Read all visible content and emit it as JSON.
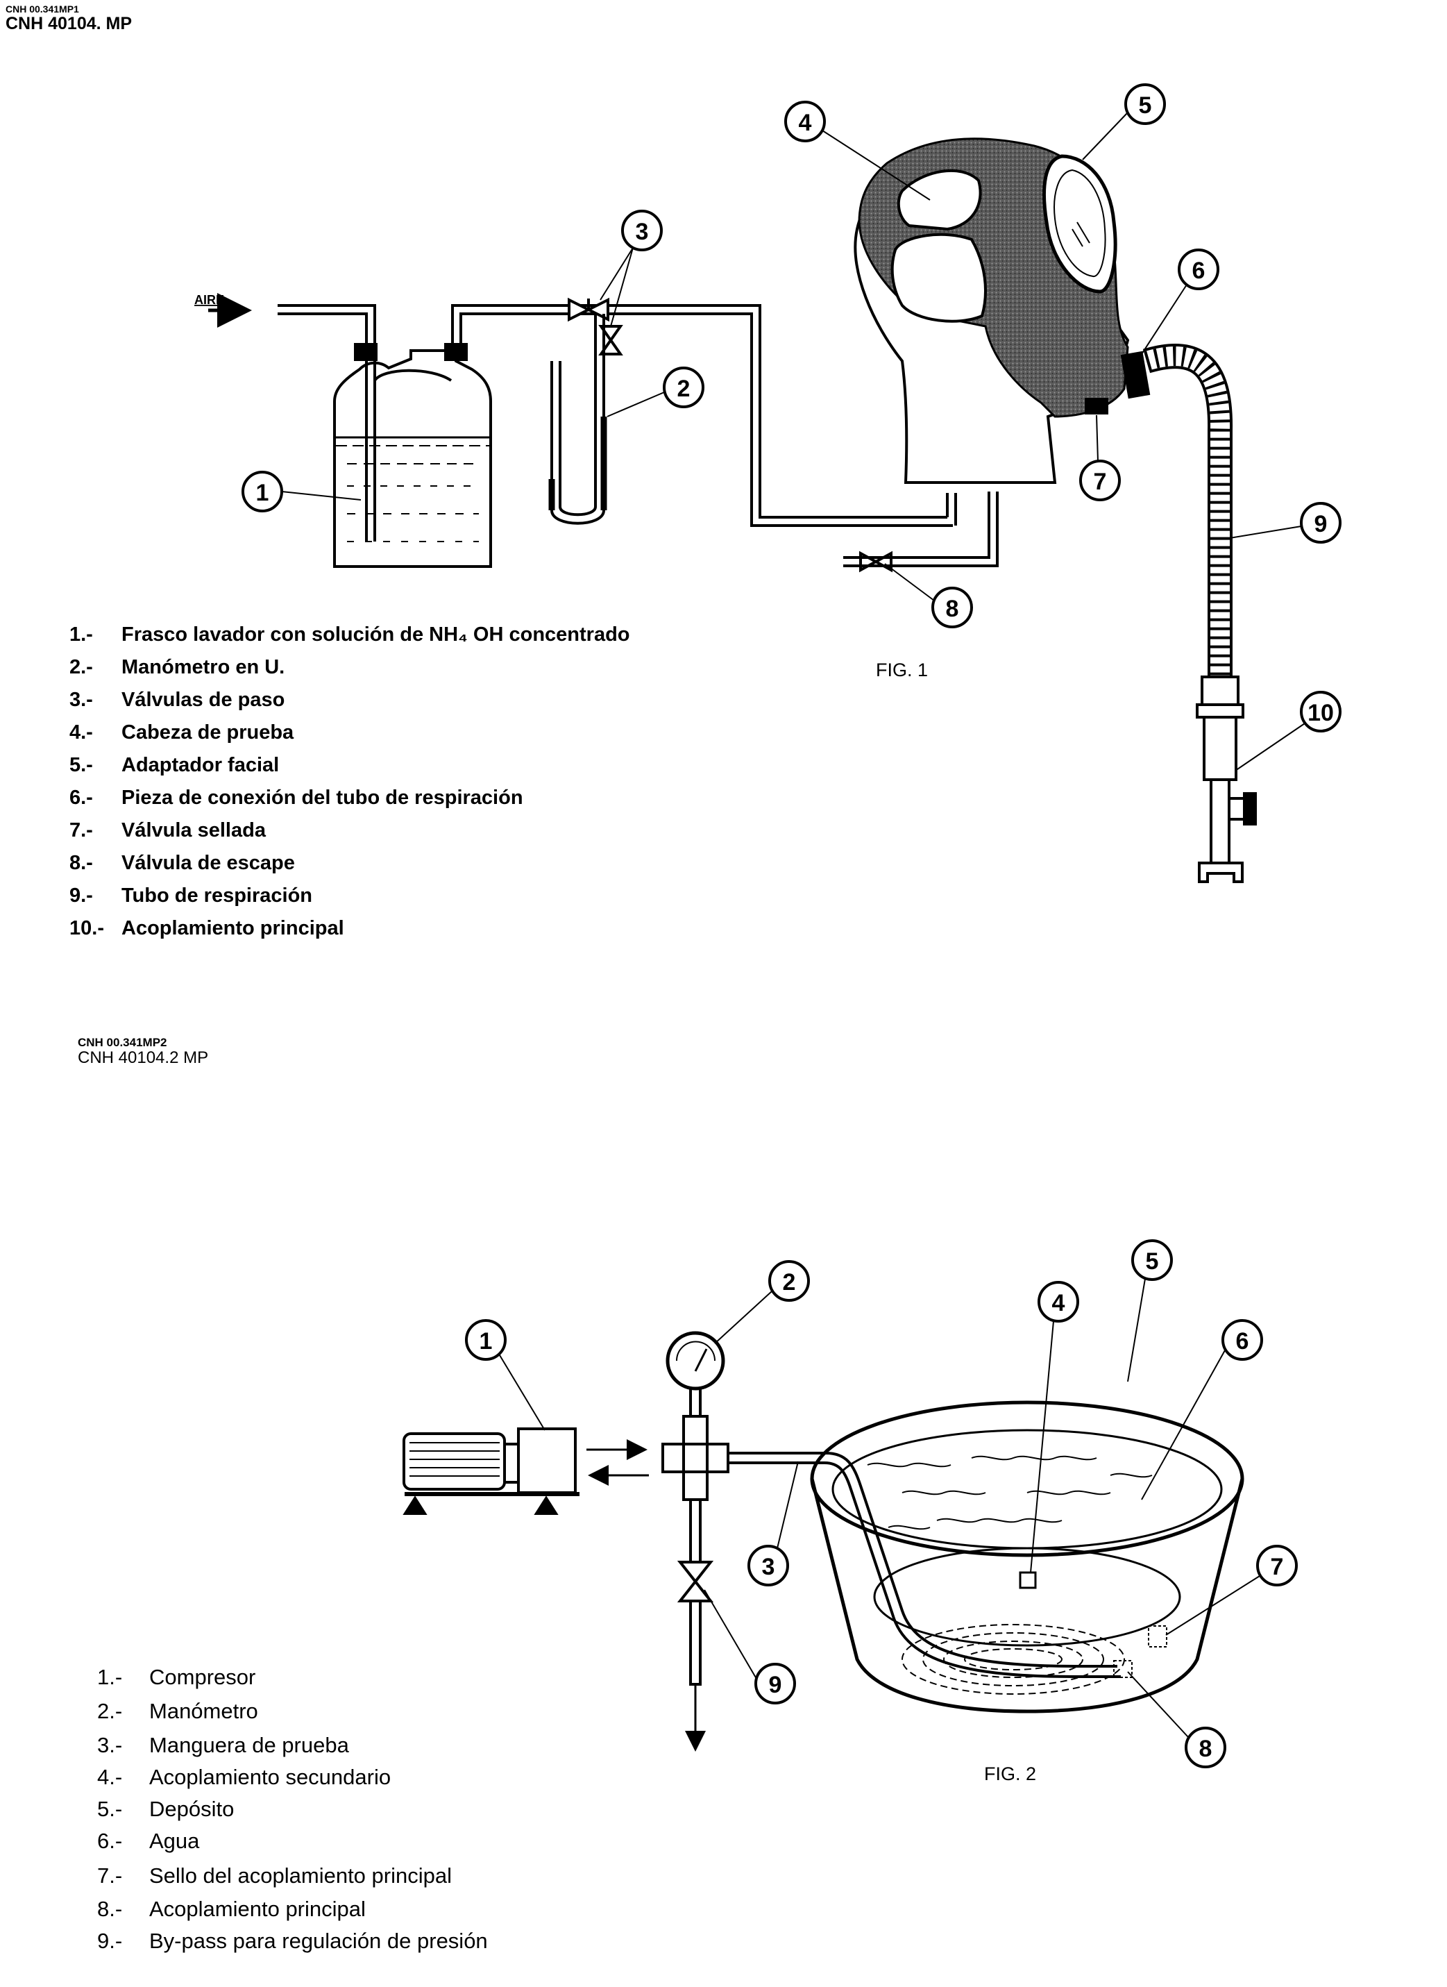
{
  "fig1": {
    "codes": [
      "CNH 00.341MP1",
      "CNH 40104. MP"
    ],
    "caption": "FIG. 1",
    "air_label": "AIRE",
    "callouts": [
      "1",
      "2",
      "3",
      "4",
      "5",
      "6",
      "7",
      "8",
      "9",
      "10"
    ],
    "legend": [
      {
        "num": "1.-",
        "text": "Frasco lavador con solución de NH₄ OH concentrado"
      },
      {
        "num": "2.-",
        "text": "Manómetro en U."
      },
      {
        "num": "3.-",
        "text": "Válvulas de paso"
      },
      {
        "num": "4.-",
        "text": "Cabeza de prueba"
      },
      {
        "num": "5.-",
        "text": "Adaptador facial"
      },
      {
        "num": "6.-",
        "text": "Pieza de conexión del tubo de respiración"
      },
      {
        "num": "7.-",
        "text": "Válvula sellada"
      },
      {
        "num": "8.-",
        "text": "Válvula de escape"
      },
      {
        "num": "9.-",
        "text": "Tubo de respiración"
      },
      {
        "num": "10.-",
        "text": "Acoplamiento principal"
      }
    ]
  },
  "fig2": {
    "codes": [
      "CNH 00.341MP2",
      "CNH 40104.2 MP"
    ],
    "caption": "FIG. 2",
    "callouts": [
      "1",
      "2",
      "3",
      "4",
      "5",
      "6",
      "7",
      "8",
      "9"
    ],
    "legend": [
      {
        "num": "1.-",
        "text": "Compresor"
      },
      {
        "num": "2.-",
        "text": "Manómetro"
      },
      {
        "num": "3.-",
        "text": "Manguera de prueba"
      },
      {
        "num": "4.-",
        "text": "Acoplamiento secundario"
      },
      {
        "num": "5.-",
        "text": "Depósito"
      },
      {
        "num": "6.-",
        "text": "Agua"
      },
      {
        "num": "7.-",
        "text": "Sello del acoplamiento principal"
      },
      {
        "num": "8.-",
        "text": "Acoplamiento principal"
      },
      {
        "num": "9.-",
        "text": "By-pass para regulación de presión"
      }
    ]
  }
}
